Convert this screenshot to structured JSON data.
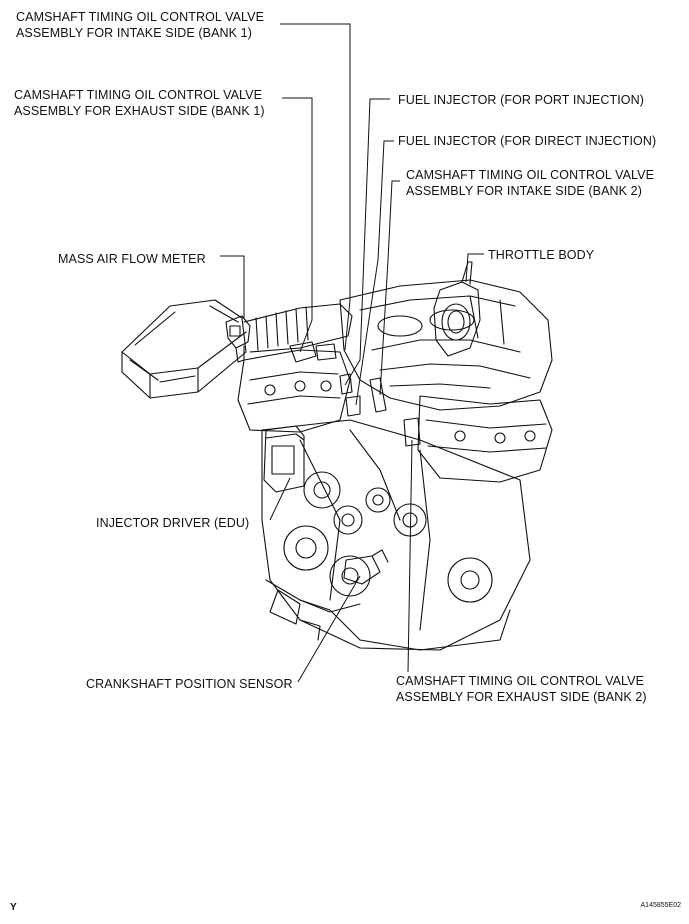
{
  "labels": {
    "camshaft_intake_bank1": {
      "line1": "CAMSHAFT TIMING OIL CONTROL VALVE",
      "line2": "ASSEMBLY FOR INTAKE SIDE (BANK 1)"
    },
    "camshaft_exhaust_bank1": {
      "line1": "CAMSHAFT TIMING OIL CONTROL VALVE",
      "line2": "ASSEMBLY  FOR EXHAUST SIDE (BANK 1)"
    },
    "fuel_injector_port": "FUEL INJECTOR (FOR  PORT INJECTION)",
    "fuel_injector_direct": "FUEL INJECTOR (FOR  DIRECT INJECTION)",
    "camshaft_intake_bank2": {
      "line1": "CAMSHAFT TIMING OIL CONTROL VALVE",
      "line2": "ASSEMBLY  FOR INTAKE SIDE (BANK 2)"
    },
    "mass_air_flow_meter": "MASS AIR FLOW METER",
    "throttle_body": "THROTTLE BODY",
    "injector_driver": "INJECTOR DRIVER (EDU)",
    "crankshaft_position_sensor": "CRANKSHAFT POSITION SENSOR",
    "camshaft_exhaust_bank2": {
      "line1": "CAMSHAFT TIMING OIL CONTROL VALVE",
      "line2": "ASSEMBLY FOR EXHAUST SIDE (BANK 2)"
    }
  },
  "footer": {
    "left_mark": "Y",
    "figure_code": "A145855E02"
  },
  "colors": {
    "ink": "#111111",
    "background": "#ffffff"
  }
}
